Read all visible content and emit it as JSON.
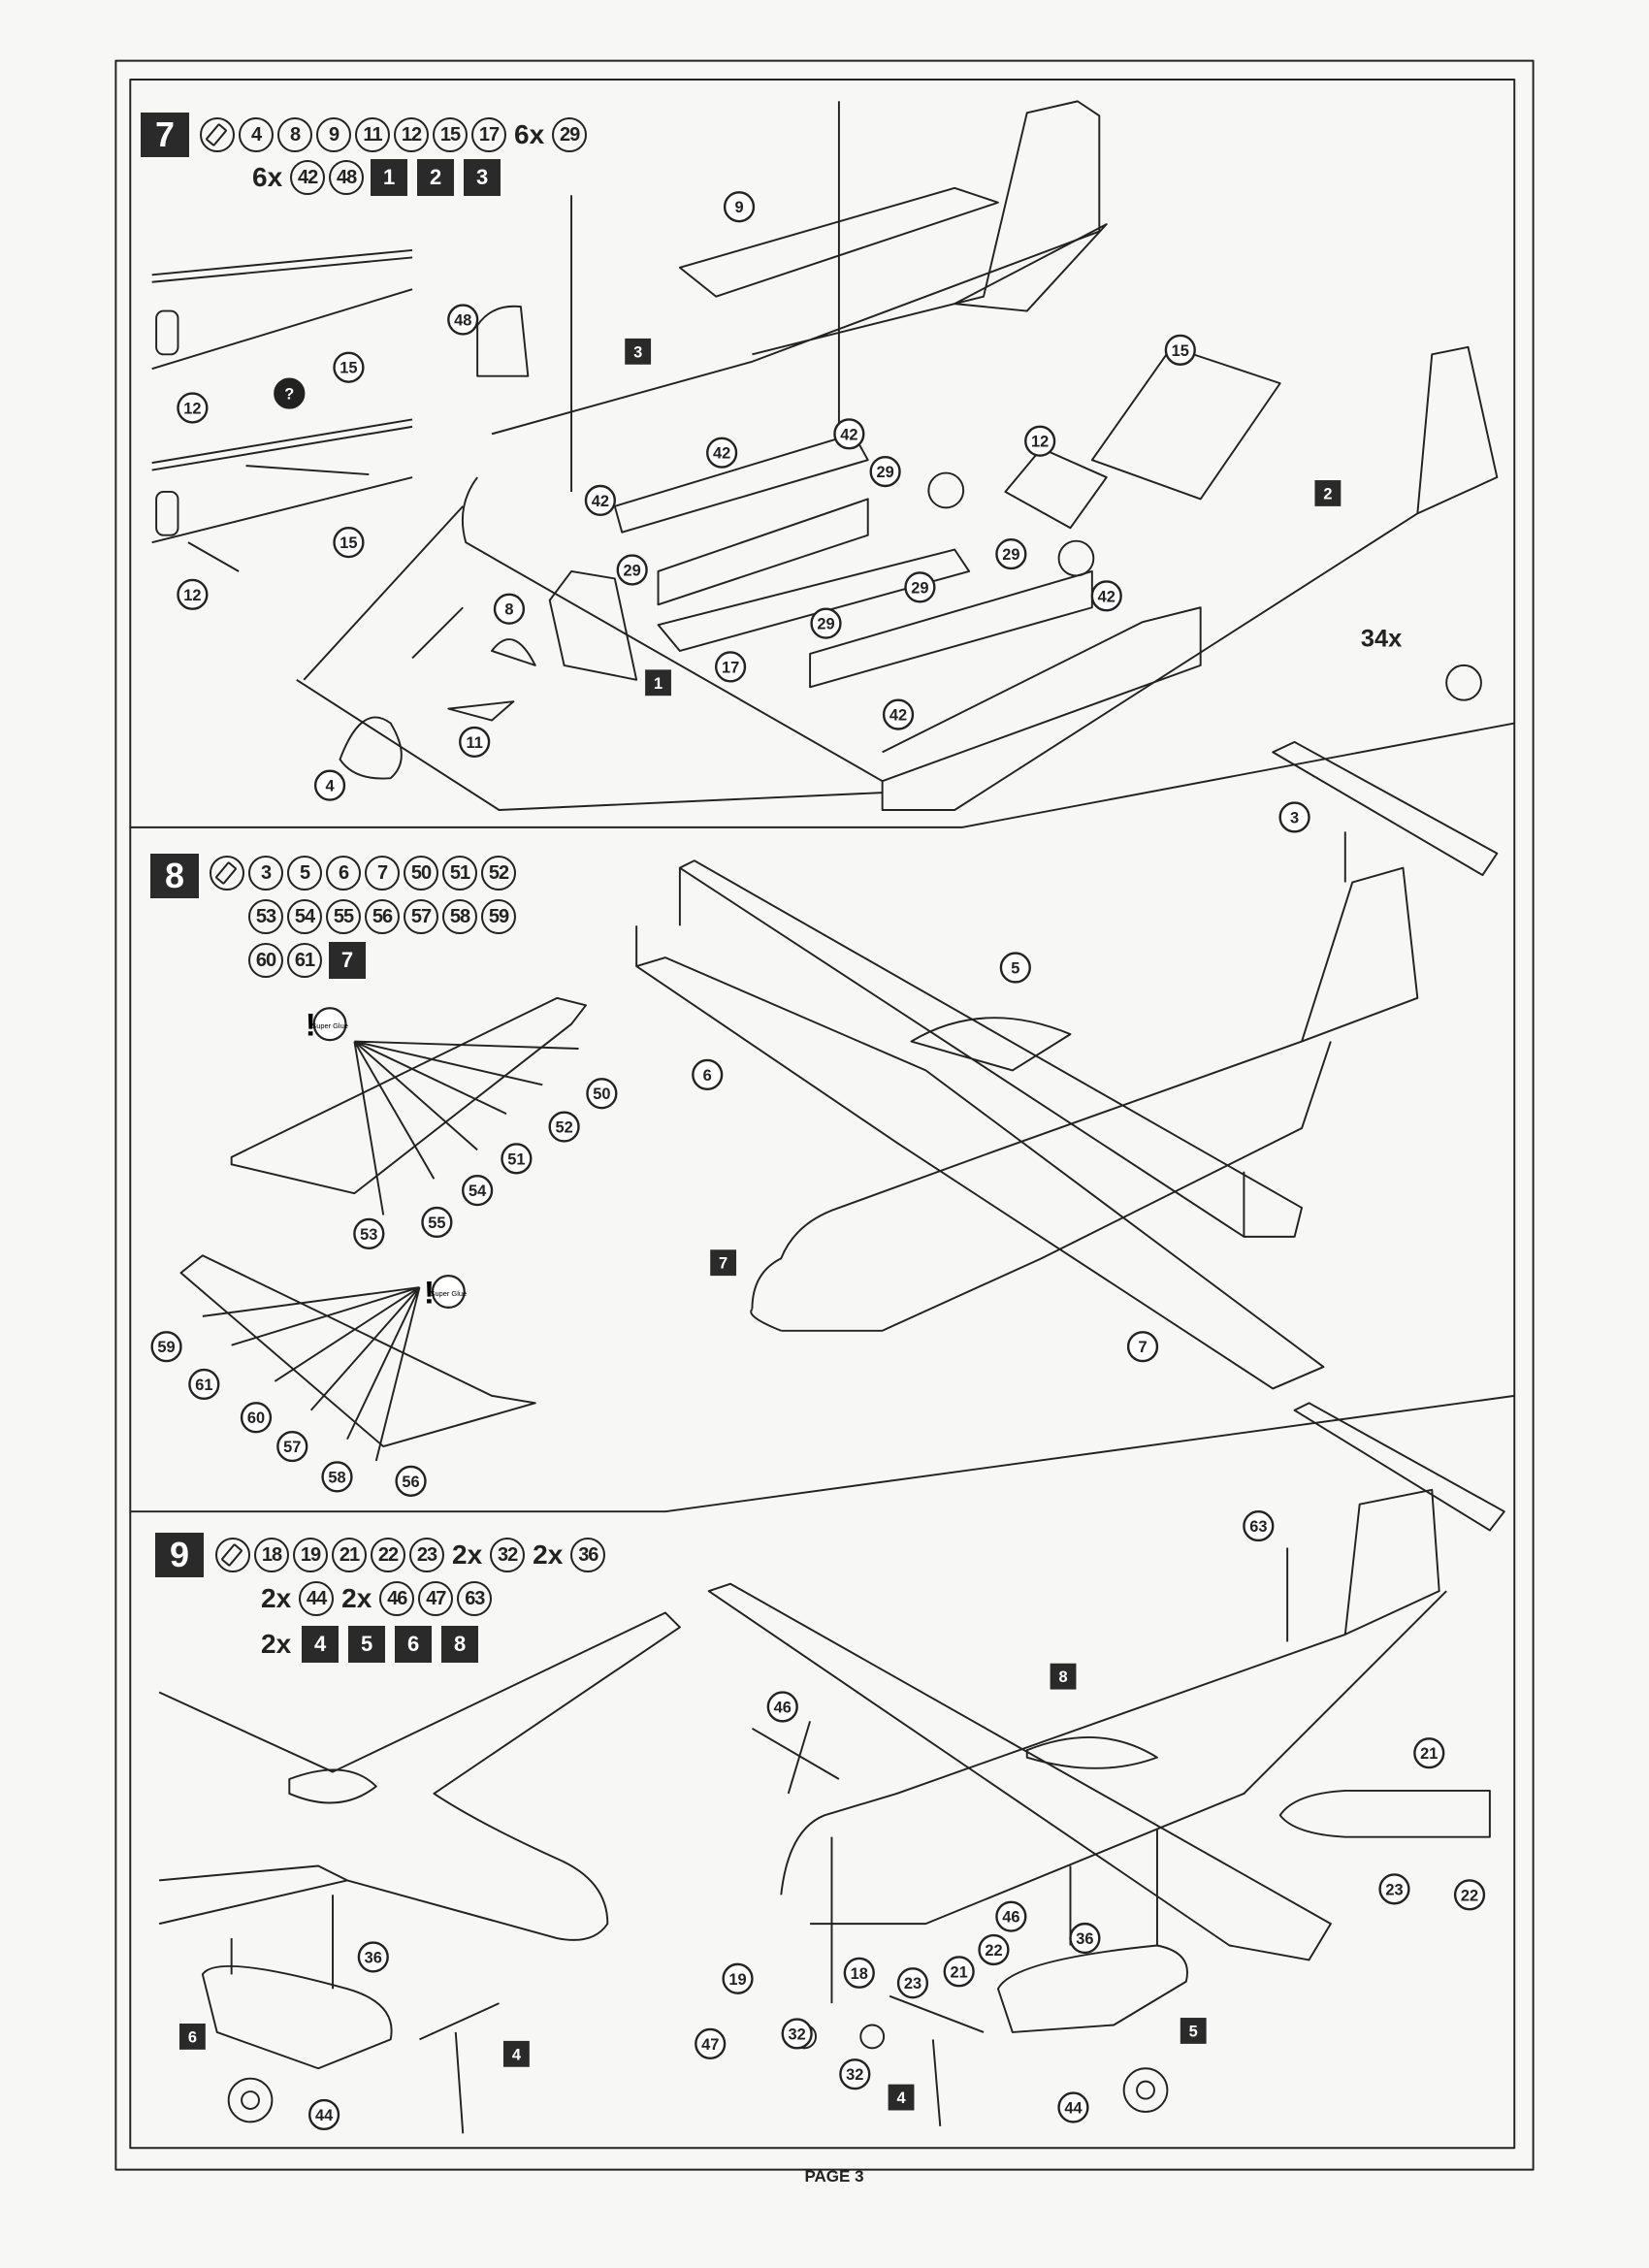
{
  "page_label": "PAGE 3",
  "panels": [
    {
      "step": "7",
      "header_rows": [
        [
          {
            "type": "glue"
          },
          {
            "type": "part",
            "label": "4"
          },
          {
            "type": "part",
            "label": "8"
          },
          {
            "type": "part",
            "label": "9"
          },
          {
            "type": "part",
            "label": "11"
          },
          {
            "type": "part",
            "label": "12"
          },
          {
            "type": "part",
            "label": "15"
          },
          {
            "type": "part",
            "label": "17"
          },
          {
            "type": "mult",
            "label": "6x"
          },
          {
            "type": "part",
            "label": "29"
          }
        ],
        [
          {
            "type": "mult",
            "label": "6x"
          },
          {
            "type": "part",
            "label": "42"
          },
          {
            "type": "part",
            "label": "48"
          },
          {
            "type": "sub",
            "label": "1"
          },
          {
            "type": "sub",
            "label": "2"
          },
          {
            "type": "sub",
            "label": "3"
          }
        ]
      ],
      "callouts": [
        {
          "type": "part",
          "label": "9"
        },
        {
          "type": "part",
          "label": "48"
        },
        {
          "type": "part",
          "label": "15"
        },
        {
          "type": "part",
          "label": "12"
        },
        {
          "type": "question",
          "label": "?"
        },
        {
          "type": "part",
          "label": "15"
        },
        {
          "type": "part",
          "label": "12"
        },
        {
          "type": "sub",
          "label": "3"
        },
        {
          "type": "part",
          "label": "15"
        },
        {
          "type": "part",
          "label": "12"
        },
        {
          "type": "sub",
          "label": "2"
        },
        {
          "type": "part",
          "label": "42"
        },
        {
          "type": "part",
          "label": "42"
        },
        {
          "type": "part",
          "label": "42"
        },
        {
          "type": "part",
          "label": "29"
        },
        {
          "type": "part",
          "label": "29"
        },
        {
          "type": "part",
          "label": "29"
        },
        {
          "type": "part",
          "label": "29"
        },
        {
          "type": "part",
          "label": "29"
        },
        {
          "type": "part",
          "label": "42"
        },
        {
          "type": "part",
          "label": "8"
        },
        {
          "type": "part",
          "label": "17"
        },
        {
          "type": "sub",
          "label": "1"
        },
        {
          "type": "part",
          "label": "42"
        },
        {
          "type": "part",
          "label": "11"
        },
        {
          "type": "part",
          "label": "4"
        },
        {
          "type": "text",
          "label": "34x"
        }
      ]
    },
    {
      "step": "8",
      "header_rows": [
        [
          {
            "type": "glue"
          },
          {
            "type": "part",
            "label": "3"
          },
          {
            "type": "part",
            "label": "5"
          },
          {
            "type": "part",
            "label": "6"
          },
          {
            "type": "part",
            "label": "7"
          },
          {
            "type": "part",
            "label": "50"
          },
          {
            "type": "part",
            "label": "51"
          },
          {
            "type": "part",
            "label": "52"
          }
        ],
        [
          {
            "type": "part",
            "label": "53"
          },
          {
            "type": "part",
            "label": "54"
          },
          {
            "type": "part",
            "label": "55"
          },
          {
            "type": "part",
            "label": "56"
          },
          {
            "type": "part",
            "label": "57"
          },
          {
            "type": "part",
            "label": "58"
          },
          {
            "type": "part",
            "label": "59"
          }
        ],
        [
          {
            "type": "part",
            "label": "60"
          },
          {
            "type": "part",
            "label": "61"
          },
          {
            "type": "sub",
            "label": "7"
          }
        ]
      ],
      "callouts": [
        {
          "type": "part",
          "label": "3"
        },
        {
          "type": "part",
          "label": "5"
        },
        {
          "type": "part",
          "label": "6"
        },
        {
          "type": "part",
          "label": "50"
        },
        {
          "type": "part",
          "label": "52"
        },
        {
          "type": "part",
          "label": "51"
        },
        {
          "type": "part",
          "label": "54"
        },
        {
          "type": "part",
          "label": "55"
        },
        {
          "type": "part",
          "label": "53"
        },
        {
          "type": "sub",
          "label": "7"
        },
        {
          "type": "part",
          "label": "7"
        },
        {
          "type": "part",
          "label": "59"
        },
        {
          "type": "part",
          "label": "61"
        },
        {
          "type": "part",
          "label": "60"
        },
        {
          "type": "part",
          "label": "57"
        },
        {
          "type": "part",
          "label": "58"
        },
        {
          "type": "part",
          "label": "56"
        }
      ],
      "glue_notes": [
        "Super Glue",
        "Super Glue"
      ]
    },
    {
      "step": "9",
      "header_rows": [
        [
          {
            "type": "glue"
          },
          {
            "type": "part",
            "label": "18"
          },
          {
            "type": "part",
            "label": "19"
          },
          {
            "type": "part",
            "label": "21"
          },
          {
            "type": "part",
            "label": "22"
          },
          {
            "type": "part",
            "label": "23"
          },
          {
            "type": "mult",
            "label": "2x"
          },
          {
            "type": "part",
            "label": "32"
          },
          {
            "type": "mult",
            "label": "2x"
          },
          {
            "type": "part",
            "label": "36"
          }
        ],
        [
          {
            "type": "mult",
            "label": "2x"
          },
          {
            "type": "part",
            "label": "44"
          },
          {
            "type": "mult",
            "label": "2x"
          },
          {
            "type": "part",
            "label": "46"
          },
          {
            "type": "part",
            "label": "47"
          },
          {
            "type": "part",
            "label": "63"
          }
        ],
        [
          {
            "type": "mult",
            "label": "2x"
          },
          {
            "type": "sub",
            "label": "4"
          },
          {
            "type": "sub",
            "label": "5"
          },
          {
            "type": "sub",
            "label": "6"
          },
          {
            "type": "sub",
            "label": "8"
          }
        ]
      ],
      "callouts": [
        {
          "type": "part",
          "label": "63"
        },
        {
          "type": "sub",
          "label": "8"
        },
        {
          "type": "part",
          "label": "21"
        },
        {
          "type": "part",
          "label": "23"
        },
        {
          "type": "part",
          "label": "22"
        },
        {
          "type": "part",
          "label": "46"
        },
        {
          "type": "part",
          "label": "36"
        },
        {
          "type": "sub",
          "label": "6"
        },
        {
          "type": "sub",
          "label": "4"
        },
        {
          "type": "part",
          "label": "44"
        },
        {
          "type": "part",
          "label": "46"
        },
        {
          "type": "part",
          "label": "36"
        },
        {
          "type": "part",
          "label": "22"
        },
        {
          "type": "part",
          "label": "21"
        },
        {
          "type": "part",
          "label": "23"
        },
        {
          "type": "part",
          "label": "19"
        },
        {
          "type": "part",
          "label": "18"
        },
        {
          "type": "part",
          "label": "47"
        },
        {
          "type": "part",
          "label": "32"
        },
        {
          "type": "part",
          "label": "32"
        },
        {
          "type": "sub",
          "label": "4"
        },
        {
          "type": "sub",
          "label": "5"
        },
        {
          "type": "part",
          "label": "44"
        }
      ]
    }
  ]
}
